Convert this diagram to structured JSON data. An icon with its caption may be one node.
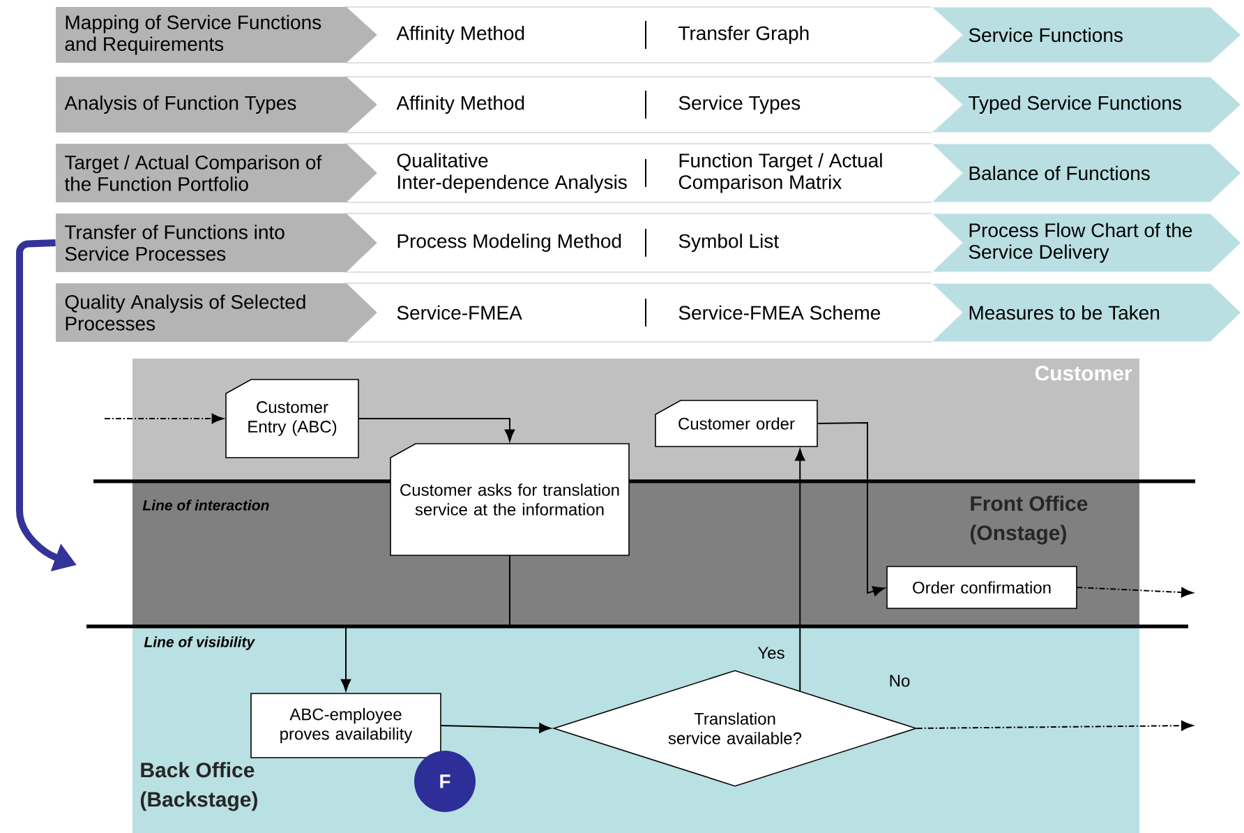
{
  "diagram": {
    "nodes": [
      {
        "text": [
          "Mapping of Service Functions and Requirements"
        ]
      },
      {
        "text": [
          "Affinity Method",
          "Transfer Graph"
        ]
      },
      {
        "text": [
          "Service Functions"
        ]
      },
      {
        "text": [
          "Analysis of Function Types"
        ]
      },
      {
        "text": [
          "Affinity Method",
          "Service Types"
        ]
      },
      {
        "text": [
          "Typed Service Functions"
        ]
      },
      {
        "text": [
          "Target / Actual Comparison of the Function Portfolio"
        ]
      },
      {
        "text": [
          "Qualitative Inter-dependence Analysis",
          "Function Target / Actual Comparison Matrix"
        ]
      },
      {
        "text": [
          "Balance of Functions"
        ]
      },
      {
        "text": [
          "Transfer of Functions into Service Processes"
        ]
      },
      {
        "text": [
          "Process Modeling Method",
          "Symbol List"
        ]
      },
      {
        "text": [
          "Process Flow Chart of the Service Delivery"
        ]
      },
      {
        "text": [
          "Quality Analysis of Selected Processes"
        ]
      },
      {
        "text": [
          "Service-FMEA",
          "Service-FMEA Scheme"
        ]
      },
      {
        "text": [
          "Measures to be Taken"
        ]
      },
      {
        "text": [
          "Customer"
        ]
      },
      {
        "text": [
          "Front Office (Onstage)"
        ]
      },
      {
        "text": [
          "Back Office (Backstage)"
        ]
      },
      {
        "text": [
          "Customer Entry (ABC)"
        ],
        "in": 15
      },
      {
        "text": [
          "Customer asks for translation service at the information"
        ]
      },
      {
        "text": [
          "Customer order"
        ],
        "in": 15
      },
      {
        "text": [
          "Order confirmation"
        ],
        "in": 16
      },
      {
        "text": [
          "ABC-employee proves availability"
        ],
        "in": 17
      },
      {
        "text": [
          "Translation service available?"
        ],
        "in": 17
      },
      {
        "text": [
          "F"
        ],
        "in": 17
      }
    ],
    "edges": [
      {
        "from": null,
        "to": 18,
        "arrow": "to",
        "style": "dashed"
      },
      {
        "from": 18,
        "to": 19,
        "arrow": "to"
      },
      {
        "from": 19,
        "to": 22,
        "arrow": "to"
      },
      {
        "from": 22,
        "to": 23,
        "arrow": "to"
      },
      {
        "from": 23,
        "to": 20,
        "arrow": "to",
        "label": "Yes"
      },
      {
        "from": 20,
        "to": 21,
        "arrow": "to"
      },
      {
        "from": 21,
        "to": null,
        "arrow": "to",
        "style": "dashed"
      },
      {
        "from": 23,
        "to": null,
        "arrow": "to",
        "style": "dashed",
        "label": "No"
      },
      {
        "from": 9,
        "to": null,
        "arrow": "to",
        "style": "thick",
        "color": "#333399"
      }
    ],
    "labels": [
      "Line of interaction",
      "Line of visibility"
    ]
  }
}
